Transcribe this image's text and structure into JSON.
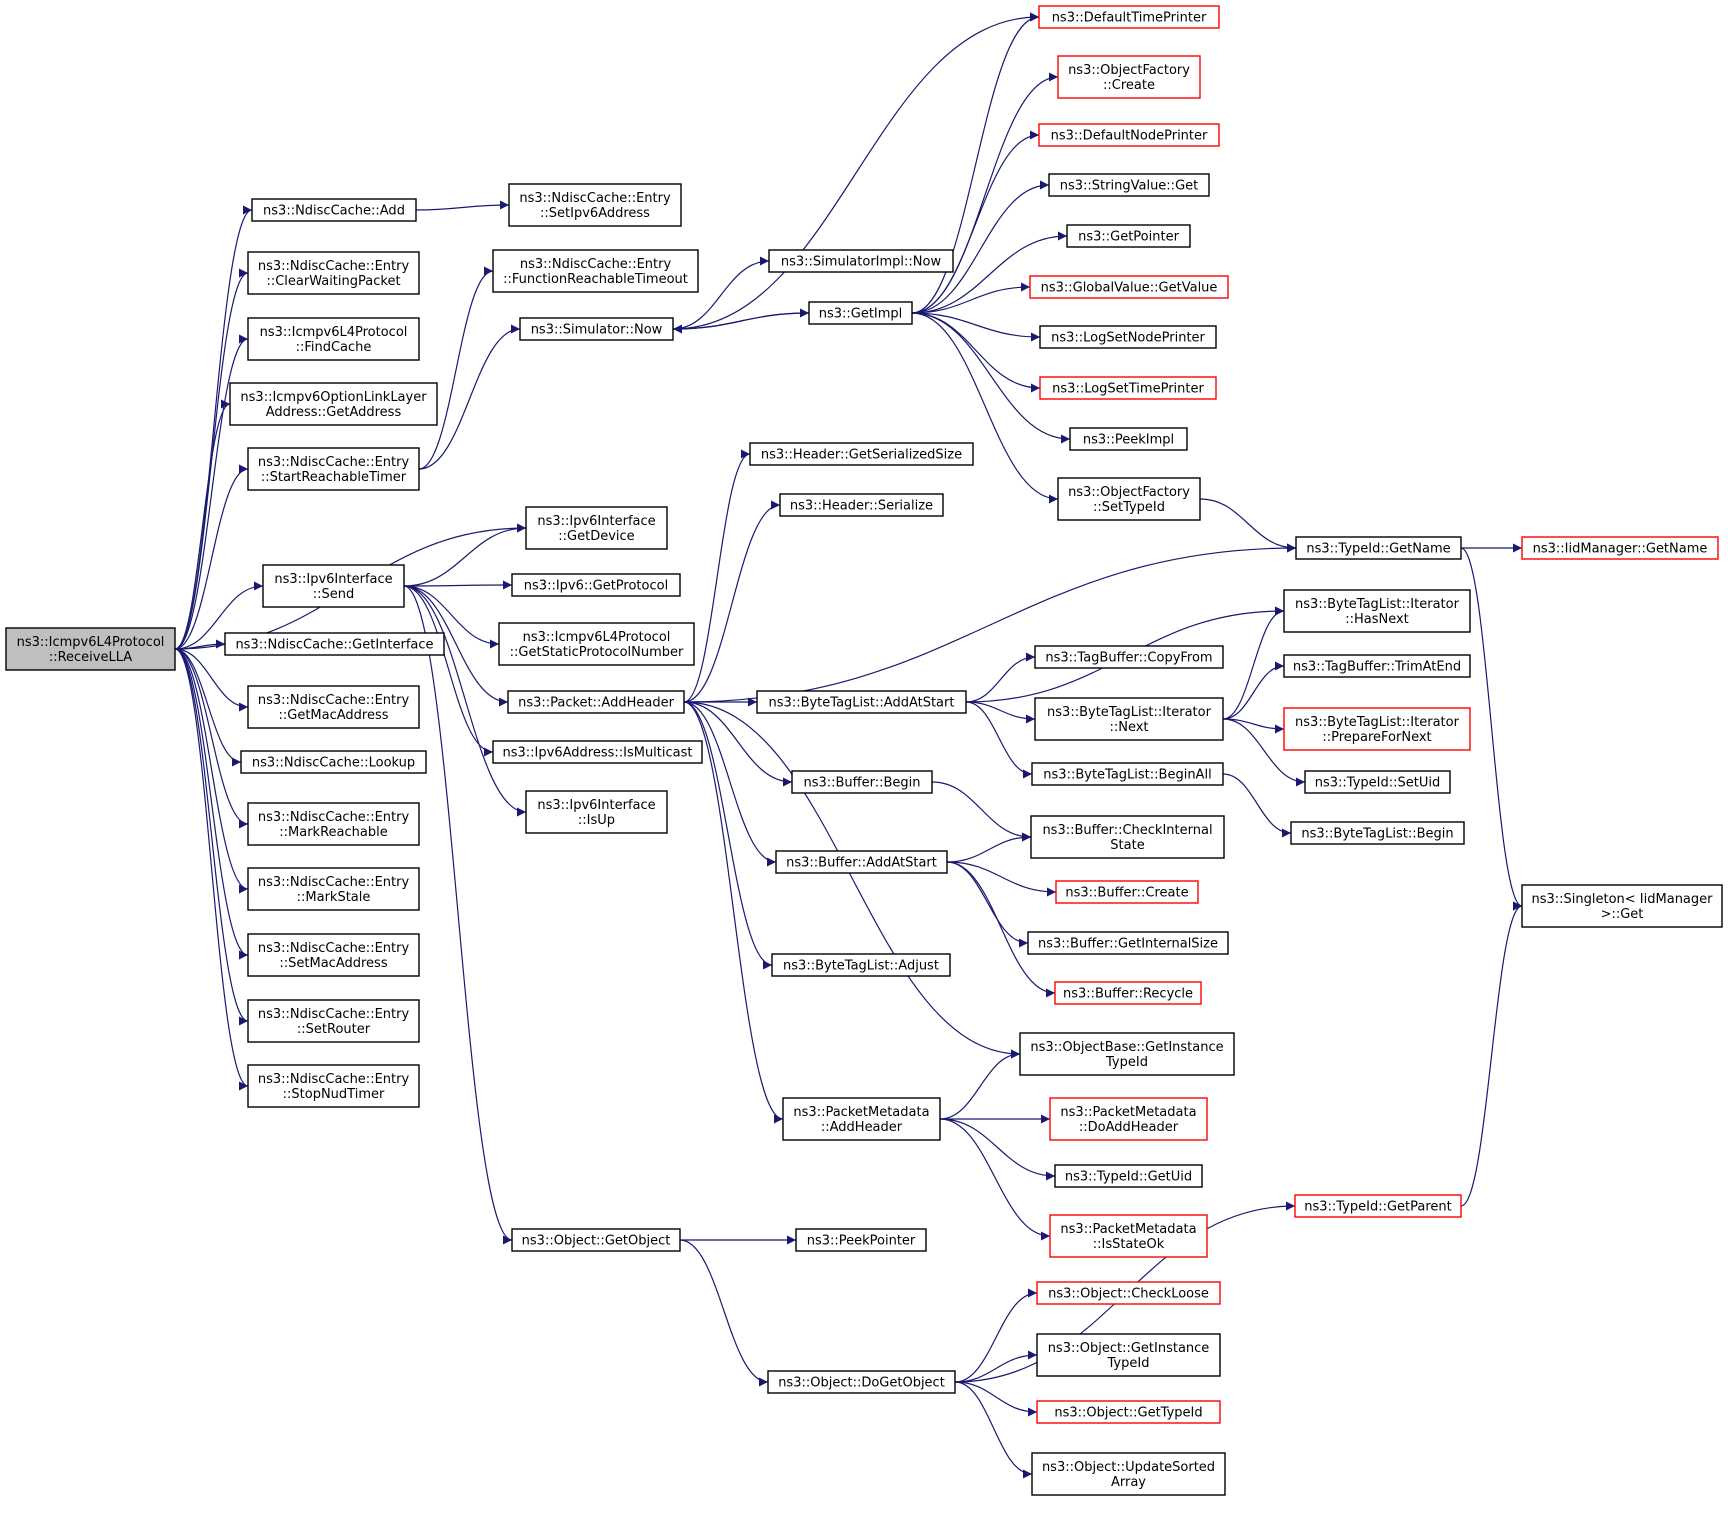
{
  "colors": {
    "edge": "#191970",
    "node_border": "#000000",
    "incomplete_border": "#ff0000",
    "root_fill": "#bfbfbf",
    "node_fill": "#ffffff"
  },
  "graph": {
    "nodes": [
      {
        "id": "receivella",
        "lines": [
          "ns3::Icmpv6L4Protocol",
          "::ReceiveLLA"
        ],
        "style": "root"
      },
      {
        "id": "ndisc-add",
        "lines": [
          "ns3::NdiscCache::Add"
        ],
        "style": "normal"
      },
      {
        "id": "entry-clearwaiting",
        "lines": [
          "ns3::NdiscCache::Entry",
          "::ClearWaitingPacket"
        ],
        "style": "normal"
      },
      {
        "id": "findcache",
        "lines": [
          "ns3::Icmpv6L4Protocol",
          "::FindCache"
        ],
        "style": "normal"
      },
      {
        "id": "optlinklayer-getaddress",
        "lines": [
          "ns3::Icmpv6OptionLinkLayer",
          "Address::GetAddress"
        ],
        "style": "normal"
      },
      {
        "id": "entry-startreachable",
        "lines": [
          "ns3::NdiscCache::Entry",
          "::StartReachableTimer"
        ],
        "style": "normal"
      },
      {
        "id": "ipv6if-send",
        "lines": [
          "ns3::Ipv6Interface",
          "::Send"
        ],
        "style": "normal"
      },
      {
        "id": "ndisc-getinterface",
        "lines": [
          "ns3::NdiscCache::GetInterface"
        ],
        "style": "normal"
      },
      {
        "id": "entry-getmac",
        "lines": [
          "ns3::NdiscCache::Entry",
          "::GetMacAddress"
        ],
        "style": "normal"
      },
      {
        "id": "ndisc-lookup",
        "lines": [
          "ns3::NdiscCache::Lookup"
        ],
        "style": "normal"
      },
      {
        "id": "entry-markreachable",
        "lines": [
          "ns3::NdiscCache::Entry",
          "::MarkReachable"
        ],
        "style": "normal"
      },
      {
        "id": "entry-markstale",
        "lines": [
          "ns3::NdiscCache::Entry",
          "::MarkStale"
        ],
        "style": "normal"
      },
      {
        "id": "entry-setmac",
        "lines": [
          "ns3::NdiscCache::Entry",
          "::SetMacAddress"
        ],
        "style": "normal"
      },
      {
        "id": "entry-setrouter",
        "lines": [
          "ns3::NdiscCache::Entry",
          "::SetRouter"
        ],
        "style": "normal"
      },
      {
        "id": "entry-stopnud",
        "lines": [
          "ns3::NdiscCache::Entry",
          "::StopNudTimer"
        ],
        "style": "normal"
      },
      {
        "id": "entry-setipv6",
        "lines": [
          "ns3::NdiscCache::Entry",
          "::SetIpv6Address"
        ],
        "style": "normal"
      },
      {
        "id": "entry-funcreachable",
        "lines": [
          "ns3::NdiscCache::Entry",
          "::FunctionReachableTimeout"
        ],
        "style": "normal"
      },
      {
        "id": "simulator-now",
        "lines": [
          "ns3::Simulator::Now"
        ],
        "style": "normal"
      },
      {
        "id": "ipv6if-getdevice",
        "lines": [
          "ns3::Ipv6Interface",
          "::GetDevice"
        ],
        "style": "normal"
      },
      {
        "id": "ipv6-getprotocol",
        "lines": [
          "ns3::Ipv6::GetProtocol"
        ],
        "style": "normal"
      },
      {
        "id": "icmpv6-getstaticproto",
        "lines": [
          "ns3::Icmpv6L4Protocol",
          "::GetStaticProtocolNumber"
        ],
        "style": "normal"
      },
      {
        "id": "packet-addheader",
        "lines": [
          "ns3::Packet::AddHeader"
        ],
        "style": "normal"
      },
      {
        "id": "ipv6addr-ismulticast",
        "lines": [
          "ns3::Ipv6Address::IsMulticast"
        ],
        "style": "normal"
      },
      {
        "id": "ipv6if-isup",
        "lines": [
          "ns3::Ipv6Interface",
          "::IsUp"
        ],
        "style": "normal"
      },
      {
        "id": "object-getobject",
        "lines": [
          "ns3::Object::GetObject"
        ],
        "style": "normal"
      },
      {
        "id": "simimpl-now",
        "lines": [
          "ns3::SimulatorImpl::Now"
        ],
        "style": "normal"
      },
      {
        "id": "getimpl",
        "lines": [
          "ns3::GetImpl"
        ],
        "style": "normal"
      },
      {
        "id": "header-getserializedsize",
        "lines": [
          "ns3::Header::GetSerializedSize"
        ],
        "style": "normal"
      },
      {
        "id": "header-serialize",
        "lines": [
          "ns3::Header::Serialize"
        ],
        "style": "normal"
      },
      {
        "id": "bytetaglist-addatstart",
        "lines": [
          "ns3::ByteTagList::AddAtStart"
        ],
        "style": "normal"
      },
      {
        "id": "buffer-begin",
        "lines": [
          "ns3::Buffer::Begin"
        ],
        "style": "normal"
      },
      {
        "id": "buffer-addatstart",
        "lines": [
          "ns3::Buffer::AddAtStart"
        ],
        "style": "normal"
      },
      {
        "id": "bytetaglist-adjust",
        "lines": [
          "ns3::ByteTagList::Adjust"
        ],
        "style": "normal"
      },
      {
        "id": "packetmetadata-addheader",
        "lines": [
          "ns3::PacketMetadata",
          "::AddHeader"
        ],
        "style": "normal"
      },
      {
        "id": "peekpointer",
        "lines": [
          "ns3::PeekPointer"
        ],
        "style": "normal"
      },
      {
        "id": "object-dogetobject",
        "lines": [
          "ns3::Object::DoGetObject"
        ],
        "style": "normal"
      },
      {
        "id": "defaulttimeprinter",
        "lines": [
          "ns3::DefaultTimePrinter"
        ],
        "style": "incomplete"
      },
      {
        "id": "objectfactory-create",
        "lines": [
          "ns3::ObjectFactory",
          "::Create"
        ],
        "style": "incomplete"
      },
      {
        "id": "defaultnodeprinter",
        "lines": [
          "ns3::DefaultNodePrinter"
        ],
        "style": "incomplete"
      },
      {
        "id": "stringvalue-get",
        "lines": [
          "ns3::StringValue::Get"
        ],
        "style": "normal"
      },
      {
        "id": "getpointer",
        "lines": [
          "ns3::GetPointer"
        ],
        "style": "normal"
      },
      {
        "id": "globalvalue-getvalue",
        "lines": [
          "ns3::GlobalValue::GetValue"
        ],
        "style": "incomplete"
      },
      {
        "id": "logsetnodeprinter",
        "lines": [
          "ns3::LogSetNodePrinter"
        ],
        "style": "normal"
      },
      {
        "id": "logsettimeprinter",
        "lines": [
          "ns3::LogSetTimePrinter"
        ],
        "style": "incomplete"
      },
      {
        "id": "peekimpl",
        "lines": [
          "ns3::PeekImpl"
        ],
        "style": "normal"
      },
      {
        "id": "objectfactory-settypeid",
        "lines": [
          "ns3::ObjectFactory",
          "::SetTypeId"
        ],
        "style": "normal"
      },
      {
        "id": "typeid-getname",
        "lines": [
          "ns3::TypeId::GetName"
        ],
        "style": "normal"
      },
      {
        "id": "iidmanager-getname",
        "lines": [
          "ns3::IidManager::GetName"
        ],
        "style": "incomplete"
      },
      {
        "id": "iter-hasnext",
        "lines": [
          "ns3::ByteTagList::Iterator",
          "::HasNext"
        ],
        "style": "normal"
      },
      {
        "id": "tagbuffer-copyfrom",
        "lines": [
          "ns3::TagBuffer::CopyFrom"
        ],
        "style": "normal"
      },
      {
        "id": "iter-next",
        "lines": [
          "ns3::ByteTagList::Iterator",
          "::Next"
        ],
        "style": "normal"
      },
      {
        "id": "tagbuffer-trimatend",
        "lines": [
          "ns3::TagBuffer::TrimAtEnd"
        ],
        "style": "normal"
      },
      {
        "id": "iter-preparefornext",
        "lines": [
          "ns3::ByteTagList::Iterator",
          "::PrepareForNext"
        ],
        "style": "incomplete"
      },
      {
        "id": "bytetaglist-beginall",
        "lines": [
          "ns3::ByteTagList::BeginAll"
        ],
        "style": "normal"
      },
      {
        "id": "typeid-setuid",
        "lines": [
          "ns3::TypeId::SetUid"
        ],
        "style": "normal"
      },
      {
        "id": "bytetaglist-begin",
        "lines": [
          "ns3::ByteTagList::Begin"
        ],
        "style": "normal"
      },
      {
        "id": "buffer-checkinternal",
        "lines": [
          "ns3::Buffer::CheckInternal",
          "State"
        ],
        "style": "normal"
      },
      {
        "id": "buffer-create",
        "lines": [
          "ns3::Buffer::Create"
        ],
        "style": "incomplete"
      },
      {
        "id": "buffer-getinternalsize",
        "lines": [
          "ns3::Buffer::GetInternalSize"
        ],
        "style": "normal"
      },
      {
        "id": "buffer-recycle",
        "lines": [
          "ns3::Buffer::Recycle"
        ],
        "style": "incomplete"
      },
      {
        "id": "singleton-get",
        "lines": [
          "ns3::Singleton< IidManager",
          ">::Get"
        ],
        "style": "normal"
      },
      {
        "id": "objectbase-getinstancetypeid",
        "lines": [
          "ns3::ObjectBase::GetInstance",
          "TypeId"
        ],
        "style": "normal"
      },
      {
        "id": "packetmetadata-doaddheader",
        "lines": [
          "ns3::PacketMetadata",
          "::DoAddHeader"
        ],
        "style": "incomplete"
      },
      {
        "id": "typeid-getuid",
        "lines": [
          "ns3::TypeId::GetUid"
        ],
        "style": "normal"
      },
      {
        "id": "packetmetadata-isstateok",
        "lines": [
          "ns3::PacketMetadata",
          "::IsStateOk"
        ],
        "style": "incomplete"
      },
      {
        "id": "typeid-getparent",
        "lines": [
          "ns3::TypeId::GetParent"
        ],
        "style": "incomplete"
      },
      {
        "id": "object-checkloose",
        "lines": [
          "ns3::Object::CheckLoose"
        ],
        "style": "incomplete"
      },
      {
        "id": "object-getinstancetypeid",
        "lines": [
          "ns3::Object::GetInstance",
          "TypeId"
        ],
        "style": "normal"
      },
      {
        "id": "object-gettypeid",
        "lines": [
          "ns3::Object::GetTypeId"
        ],
        "style": "incomplete"
      },
      {
        "id": "object-updatesortedarray",
        "lines": [
          "ns3::Object::UpdateSorted",
          "Array"
        ],
        "style": "normal"
      }
    ],
    "edges": [
      [
        "receivella",
        "ndisc-add"
      ],
      [
        "receivella",
        "entry-clearwaiting"
      ],
      [
        "receivella",
        "findcache"
      ],
      [
        "receivella",
        "optlinklayer-getaddress"
      ],
      [
        "receivella",
        "entry-startreachable"
      ],
      [
        "receivella",
        "ipv6if-getdevice"
      ],
      [
        "receivella",
        "ipv6if-send"
      ],
      [
        "receivella",
        "ndisc-getinterface"
      ],
      [
        "receivella",
        "entry-getmac"
      ],
      [
        "receivella",
        "ndisc-lookup"
      ],
      [
        "receivella",
        "entry-markreachable"
      ],
      [
        "receivella",
        "entry-markstale"
      ],
      [
        "receivella",
        "entry-setmac"
      ],
      [
        "receivella",
        "entry-setrouter"
      ],
      [
        "receivella",
        "entry-stopnud"
      ],
      [
        "ndisc-add",
        "entry-setipv6"
      ],
      [
        "entry-startreachable",
        "entry-funcreachable"
      ],
      [
        "entry-startreachable",
        "simulator-now"
      ],
      [
        "simulator-now",
        "simimpl-now"
      ],
      [
        "simulator-now",
        "getimpl"
      ],
      [
        "simulator-now",
        "defaulttimeprinter"
      ],
      [
        "ipv6if-send",
        "ipv6if-getdevice"
      ],
      [
        "ipv6if-send",
        "ipv6-getprotocol"
      ],
      [
        "ipv6if-send",
        "icmpv6-getstaticproto"
      ],
      [
        "ipv6if-send",
        "packet-addheader"
      ],
      [
        "ipv6if-send",
        "ipv6addr-ismulticast"
      ],
      [
        "ipv6if-send",
        "ipv6if-isup"
      ],
      [
        "ipv6if-send",
        "object-getobject"
      ],
      [
        "getimpl",
        "defaulttimeprinter"
      ],
      [
        "getimpl",
        "objectfactory-create"
      ],
      [
        "getimpl",
        "defaultnodeprinter"
      ],
      [
        "getimpl",
        "stringvalue-get"
      ],
      [
        "getimpl",
        "getpointer"
      ],
      [
        "getimpl",
        "globalvalue-getvalue"
      ],
      [
        "getimpl",
        "logsetnodeprinter"
      ],
      [
        "getimpl",
        "logsettimeprinter"
      ],
      [
        "getimpl",
        "peekimpl"
      ],
      [
        "getimpl",
        "objectfactory-settypeid"
      ],
      [
        "getimpl",
        "simulator-now"
      ],
      [
        "objectfactory-settypeid",
        "typeid-getname"
      ],
      [
        "typeid-getname",
        "iidmanager-getname"
      ],
      [
        "typeid-getname",
        "singleton-get"
      ],
      [
        "packet-addheader",
        "header-getserializedsize"
      ],
      [
        "packet-addheader",
        "header-serialize"
      ],
      [
        "packet-addheader",
        "typeid-getname"
      ],
      [
        "packet-addheader",
        "bytetaglist-addatstart"
      ],
      [
        "packet-addheader",
        "buffer-begin"
      ],
      [
        "packet-addheader",
        "buffer-addatstart"
      ],
      [
        "packet-addheader",
        "bytetaglist-adjust"
      ],
      [
        "packet-addheader",
        "objectbase-getinstancetypeid"
      ],
      [
        "packet-addheader",
        "packetmetadata-addheader"
      ],
      [
        "bytetaglist-addatstart",
        "iter-hasnext"
      ],
      [
        "bytetaglist-addatstart",
        "tagbuffer-copyfrom"
      ],
      [
        "bytetaglist-addatstart",
        "iter-next"
      ],
      [
        "bytetaglist-addatstart",
        "bytetaglist-beginall"
      ],
      [
        "iter-next",
        "iter-hasnext"
      ],
      [
        "iter-next",
        "tagbuffer-trimatend"
      ],
      [
        "iter-next",
        "iter-preparefornext"
      ],
      [
        "iter-next",
        "typeid-setuid"
      ],
      [
        "bytetaglist-beginall",
        "bytetaglist-begin"
      ],
      [
        "buffer-begin",
        "buffer-checkinternal"
      ],
      [
        "buffer-addatstart",
        "buffer-checkinternal"
      ],
      [
        "buffer-addatstart",
        "buffer-create"
      ],
      [
        "buffer-addatstart",
        "buffer-getinternalsize"
      ],
      [
        "buffer-addatstart",
        "buffer-recycle"
      ],
      [
        "packetmetadata-addheader",
        "objectbase-getinstancetypeid"
      ],
      [
        "packetmetadata-addheader",
        "packetmetadata-doaddheader"
      ],
      [
        "packetmetadata-addheader",
        "typeid-getuid"
      ],
      [
        "packetmetadata-addheader",
        "packetmetadata-isstateok"
      ],
      [
        "object-getobject",
        "peekpointer"
      ],
      [
        "object-getobject",
        "object-dogetobject"
      ],
      [
        "object-dogetobject",
        "object-checkloose"
      ],
      [
        "object-dogetobject",
        "object-getinstancetypeid"
      ],
      [
        "object-dogetobject",
        "object-gettypeid"
      ],
      [
        "object-dogetobject",
        "object-updatesortedarray"
      ],
      [
        "object-dogetobject",
        "typeid-getparent"
      ],
      [
        "typeid-getparent",
        "singleton-get"
      ]
    ]
  }
}
